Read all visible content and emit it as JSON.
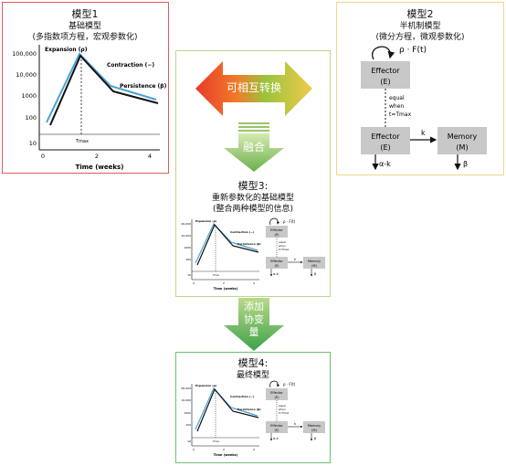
{
  "model1": {
    "title": "模型1",
    "subtitle1": "基础模型",
    "subtitle2": "(多指数项方程，宏观参数化)",
    "phases": {
      "expansion": "Expansion (ρ)",
      "contraction": "Contraction (−)",
      "persistence": "Persistence (β)"
    },
    "y_ticks": [
      "100,000",
      "10,000",
      "1000",
      "100",
      "10"
    ],
    "x_ticks": [
      "0",
      "2",
      "4"
    ],
    "tmax_label": "Tmax",
    "xlabel": "Time (weeks)"
  },
  "model2": {
    "title": "模型2",
    "subtitle1": "半机制模型",
    "subtitle2": "(微分方程，微观参数化)",
    "loop_label": "ρ · F(t)",
    "effector_top_line1": "Effector",
    "effector_top_line2": "(E)",
    "equal_line1": "equal",
    "equal_line2": "when",
    "equal_line3": "t=Tmax",
    "effector_bottom_line1": "Effector",
    "effector_bottom_line2": "(E)",
    "memory_line1": "Memory",
    "memory_line2": "(M)",
    "k_label": "k",
    "alpha_label": "α-k",
    "beta_label": "β"
  },
  "interconvert_label": "可相互转换",
  "merge_label": "融合",
  "model3": {
    "title": "模型3:",
    "subtitle1": "重新参数化的基础模型",
    "subtitle2": "(整合两种模型的信息)"
  },
  "add_covariates_line1": "添加",
  "add_covariates_line2": "协变",
  "add_covariates_line3": "量",
  "model4": {
    "title": "模型4:",
    "subtitle1": "最终模型"
  },
  "colors": {
    "box1_border": "#e05a5a",
    "box2_border": "#f0d78c",
    "box3_border": "#b9d98a",
    "box4_border": "#6fbf73",
    "curve_black": "#111111",
    "curve_blue": "#4aa3d8",
    "node_fill": "#c8c8c8"
  }
}
